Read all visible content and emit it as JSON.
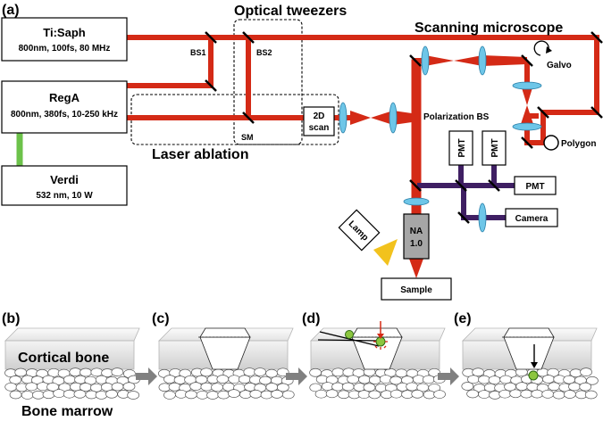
{
  "panels": {
    "a": "(a)",
    "b": "(b)",
    "c": "(c)",
    "d": "(d)",
    "e": "(e)"
  },
  "sections": {
    "optical_tweezers": "Optical tweezers",
    "scanning_microscope": "Scanning microscope",
    "laser_ablation": "Laser ablation"
  },
  "lasers": [
    {
      "name": "Ti:Saph",
      "spec": "800nm, 100fs, 80 MHz"
    },
    {
      "name": "RegA",
      "spec": "800nm, 380fs, 10-250 kHz"
    },
    {
      "name": "Verdi",
      "spec": "532 nm, 10 W"
    }
  ],
  "components": {
    "bs1": "BS1",
    "bs2": "BS2",
    "sm": "SM",
    "scan_line1": "2D",
    "scan_line2": "scan",
    "galvo": "Galvo",
    "polygon": "Polygon",
    "polarization_bs": "Polarization BS",
    "pmt": "PMT",
    "camera": "Camera",
    "lamp": "Lamp",
    "objective_line1": "NA",
    "objective_line2": "1.0",
    "sample": "Sample"
  },
  "tissue": {
    "cortical_bone": "Cortical bone",
    "bone_marrow": "Bone marrow"
  },
  "colors": {
    "beam": "#d42a16",
    "detection": "#3f1f63",
    "verdi_link": "#6cc24a",
    "lens": "#6ec6e8",
    "lamp_cone": "#f2c21d",
    "cell": "#8cc63f",
    "arrow": "#808080"
  }
}
